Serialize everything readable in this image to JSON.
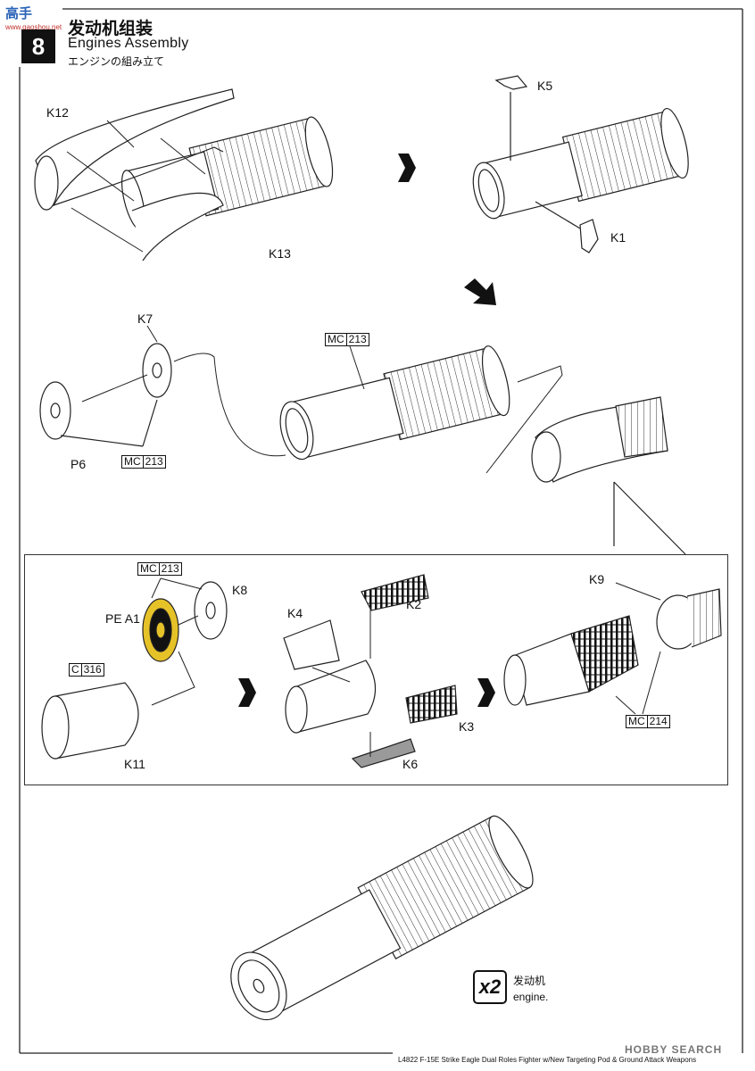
{
  "header": {
    "step_number": "8",
    "title_cn": "发动机组装",
    "title_en": "Engines Assembly",
    "title_jp": "エンジンの組み立て",
    "site_logo": "高手",
    "site_url": "www.gaoshou.net"
  },
  "parts": {
    "k12": "K12",
    "k13": "K13",
    "k5": "K5",
    "k1": "K1",
    "k7": "K7",
    "p6": "P6",
    "k8": "K8",
    "pea1": "PE A1",
    "k4": "K4",
    "k2": "K2",
    "k9": "K9",
    "k11": "K11",
    "k3": "K3",
    "k6": "K6"
  },
  "paint_codes": {
    "mc213_a": {
      "key": "MC",
      "num": "213"
    },
    "mc213_b": {
      "key": "MC",
      "num": "213"
    },
    "mc213_c": {
      "key": "MC",
      "num": "213"
    },
    "c316": {
      "key": "C",
      "num": "316"
    },
    "mc214": {
      "key": "MC",
      "num": "214"
    }
  },
  "multiplier": {
    "count": "x2",
    "label_cn": "发动机",
    "label_en": "engine."
  },
  "footer": {
    "text": "L4822  F-15E Strike Eagle Dual Roles Fighter w/New Targeting Pod & Ground Attack Weapons"
  },
  "watermark": "HOBBY SEARCH",
  "colors": {
    "ink": "#111111",
    "logo_blue": "#2a62b8",
    "pe_yellow": "#e6c229"
  }
}
